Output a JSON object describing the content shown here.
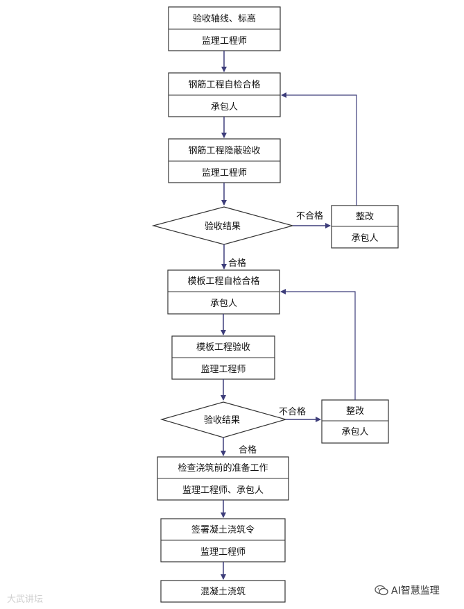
{
  "boxes": {
    "b1": [
      "验收轴线、标高",
      "监理工程师"
    ],
    "b2": [
      "钢筋工程自检合格",
      "承包人"
    ],
    "b3": [
      "钢筋工程隐蔽验收",
      "监理工程师"
    ],
    "b4": [
      "模板工程自检合格",
      "承包人"
    ],
    "b5": [
      "模板工程验收",
      "监理工程师"
    ],
    "b6": [
      "检查浇筑前的准备工作",
      "监理工程师、承包人"
    ],
    "b7": [
      "签署凝土浇筑令",
      "监理工程师"
    ],
    "b8": [
      "混凝土浇筑"
    ],
    "r1": [
      "整改",
      "承包人"
    ],
    "r2": [
      "整改",
      "承包人"
    ]
  },
  "decisions": {
    "d1": "验收结果",
    "d2": "验收结果"
  },
  "edge_labels": {
    "fail1": "不合格",
    "pass1": "合格",
    "fail2": "不合格",
    "pass2": "合格"
  },
  "watermarks": {
    "left": "大武讲坛",
    "right": "AI智慧监理"
  },
  "colors": {
    "box_stroke": "#333333",
    "arrow": "#3d3d7a",
    "text": "#111111"
  }
}
